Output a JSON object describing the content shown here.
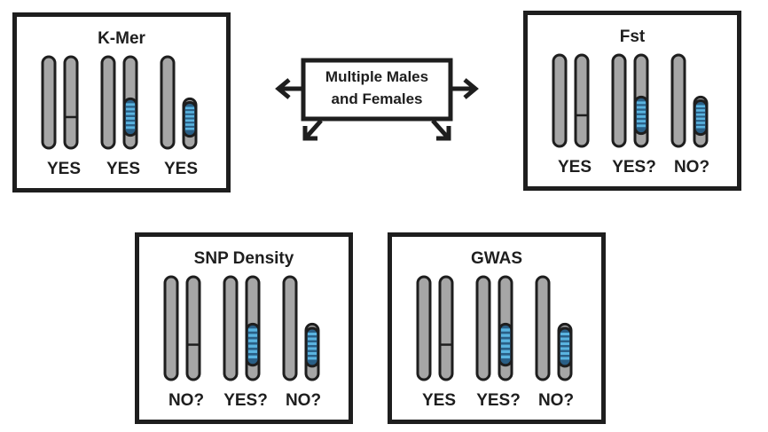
{
  "center": {
    "line1": "Multiple Males",
    "line2": "and Females"
  },
  "panels": [
    {
      "id": "kmer",
      "title": "K-Mer",
      "verdicts": [
        "YES",
        "YES",
        "YES"
      ]
    },
    {
      "id": "fst",
      "title": "Fst",
      "verdicts": [
        "YES",
        "YES?",
        "NO?"
      ]
    },
    {
      "id": "snp",
      "title": "SNP Density",
      "verdicts": [
        "NO?",
        "YES?",
        "NO?"
      ]
    },
    {
      "id": "gwas",
      "title": "GWAS",
      "verdicts": [
        "YES",
        "YES?",
        "NO?"
      ]
    }
  ],
  "colors": {
    "chromosome_fill": "#a6a6a6",
    "outline": "#1e1e1e",
    "band_blue": "#5ab4e0",
    "band_dark": "#2a5f86"
  }
}
